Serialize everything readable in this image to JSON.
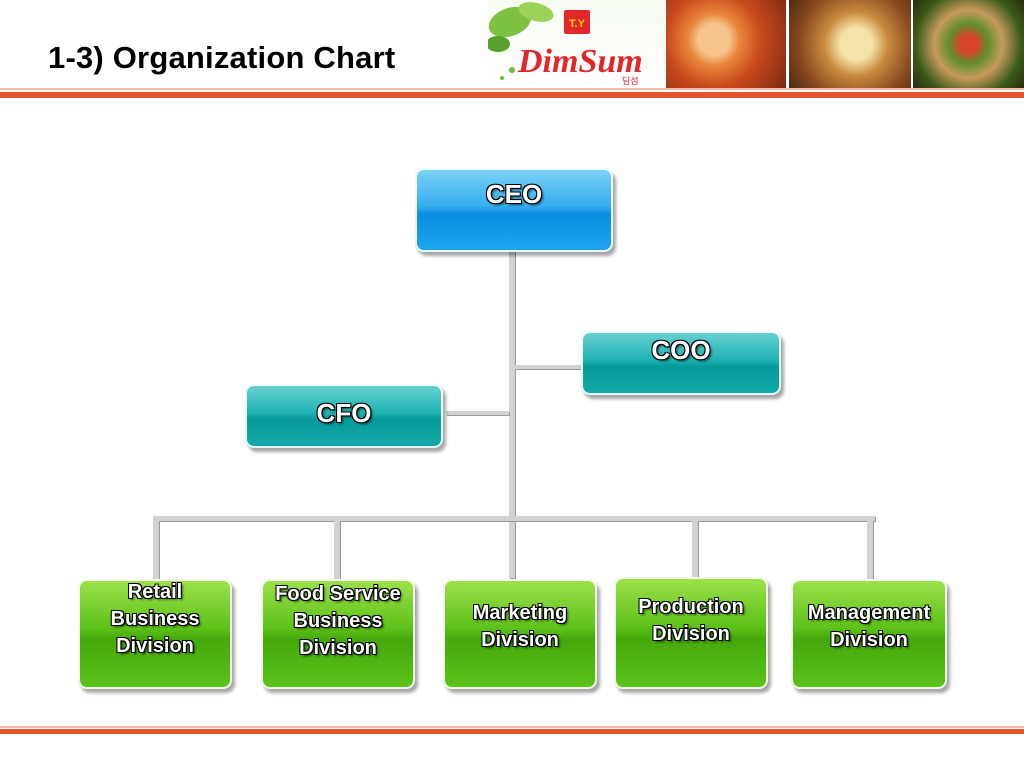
{
  "slide": {
    "title": "1-3) Organization Chart"
  },
  "banner": {
    "logo_text": "DimSum",
    "logo_subtext": "딤섬",
    "logo_badge": "T.Y"
  },
  "org": {
    "ceo": "CEO",
    "coo": "COO",
    "cfo": "CFO",
    "divisions": [
      "Retail\nBusiness\nDivision",
      "Food Service\nBusiness\nDivision",
      "Marketing\nDivision",
      "Production\nDivision",
      "Management\nDivision"
    ]
  },
  "colors": {
    "accent": "#e8542a",
    "executive": "#1fa6ee",
    "officer": "#15abab",
    "division": "#5bc41a"
  }
}
